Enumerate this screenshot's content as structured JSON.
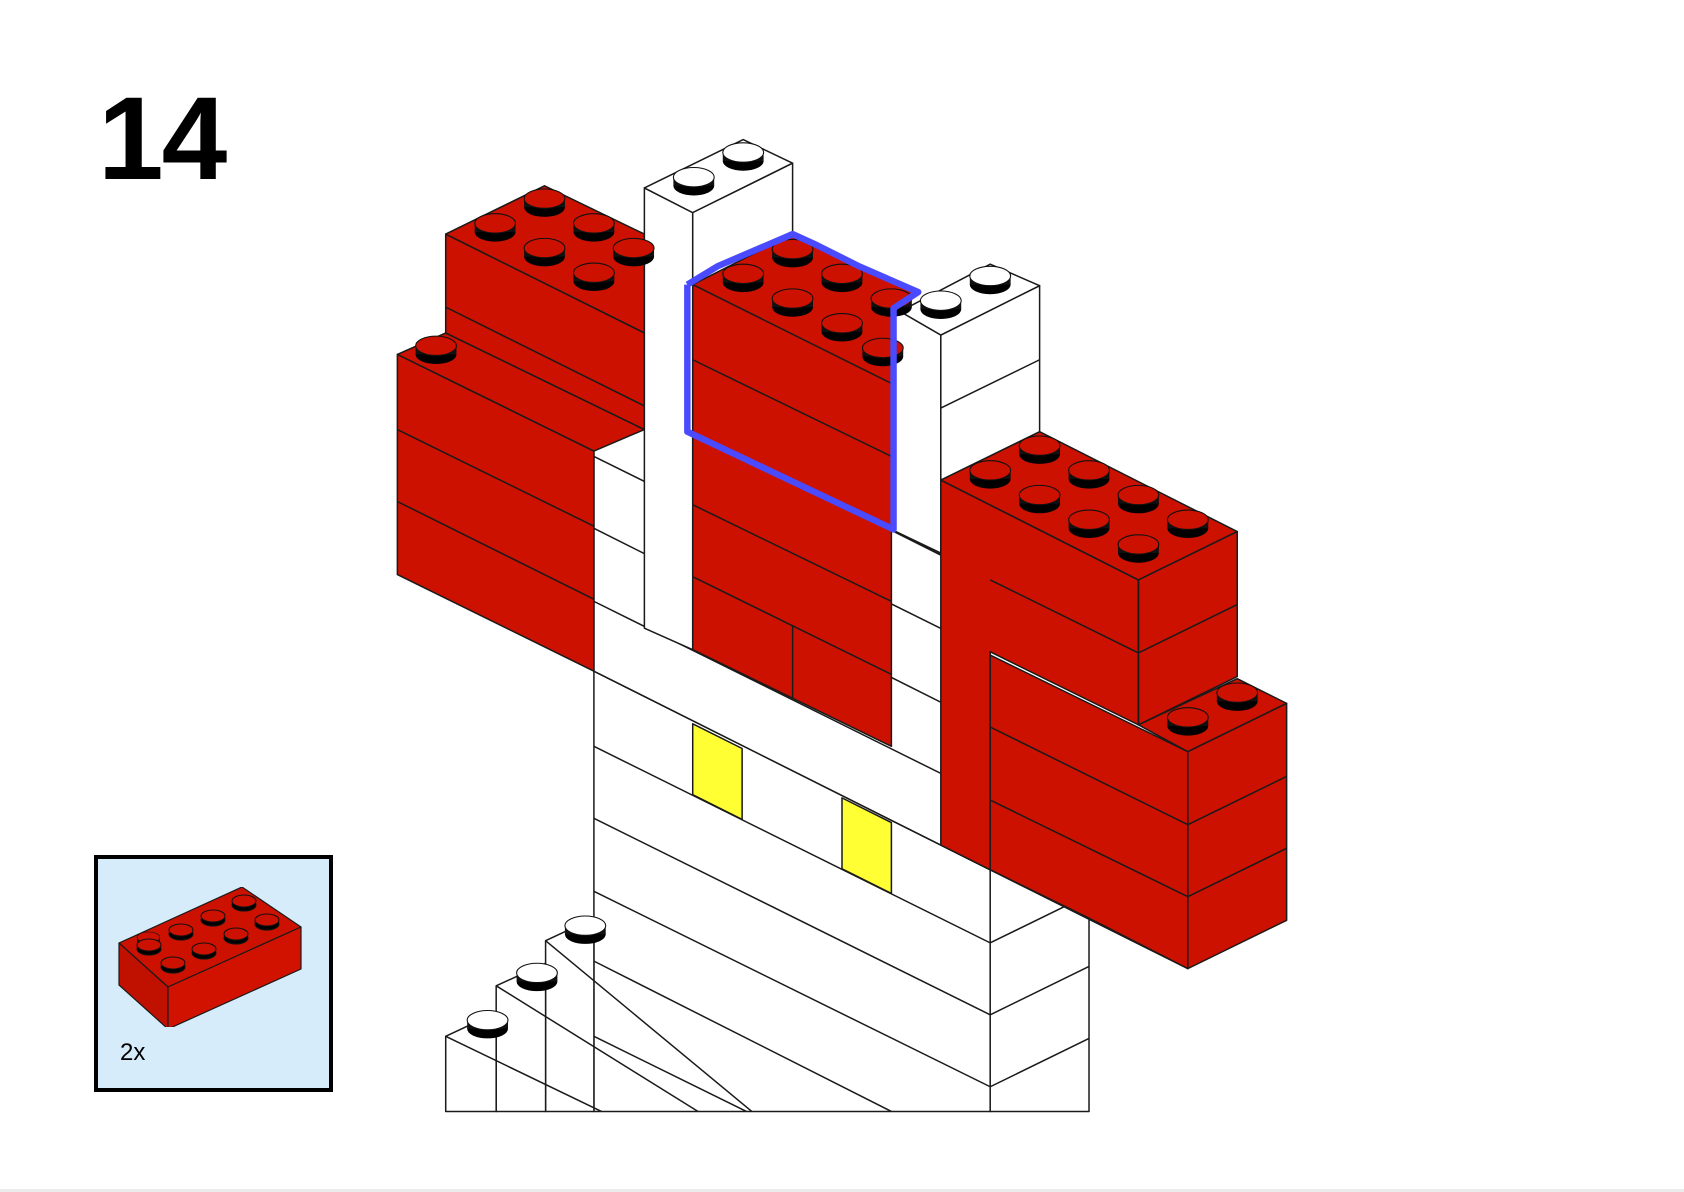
{
  "step": {
    "number": "14"
  },
  "parts_list": {
    "items": [
      {
        "part": "brick-2x4",
        "color_name": "red",
        "color": "#cc1100",
        "quantity": "2x"
      }
    ]
  },
  "colors": {
    "red": "#cc1100",
    "white": "#ffffff",
    "yellow": "#ffff33",
    "highlight": "#4a4aff",
    "callout_bg": "#d6ecfb",
    "outline": "#1a1a1a"
  },
  "highlight": {
    "label": "new-brick-placement"
  }
}
